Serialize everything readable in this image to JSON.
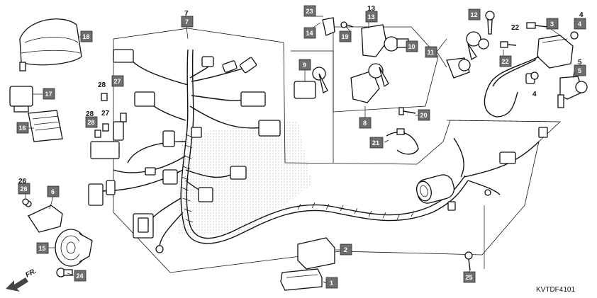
{
  "diagram": {
    "code": "KVTDF4101",
    "direction_label": "FR.",
    "callouts": {
      "c1": "1",
      "c2": "2",
      "c3": "3",
      "c4": "4",
      "c5": "5",
      "c6": "6",
      "c7": "7",
      "c8": "8",
      "c9": "9",
      "c10": "10",
      "c11": "11",
      "c12": "12",
      "c13": "13",
      "c14": "14",
      "c15": "15",
      "c16": "16",
      "c17": "17",
      "c18": "18",
      "c19": "19",
      "c20": "20",
      "c21": "21",
      "c22": "22",
      "c23": "23",
      "c24": "24",
      "c25": "25",
      "c26": "26",
      "c27": "27",
      "c28": "28"
    },
    "free_labels": {
      "n28": "28",
      "n27": "27",
      "n28b": "28",
      "n26": "26",
      "n22": "22",
      "n4": "4",
      "n4b": "4",
      "n5": "5",
      "n7": "7",
      "n13": "13"
    }
  }
}
